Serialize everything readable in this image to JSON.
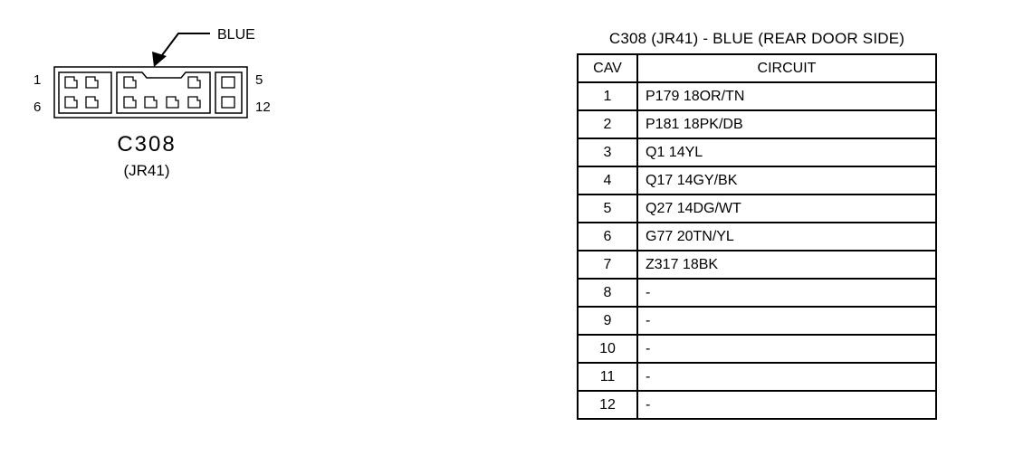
{
  "connector": {
    "color_callout": "BLUE",
    "name": "C308",
    "code": "(JR41)",
    "pin_labels": {
      "top_left": "1",
      "top_right": "5",
      "bottom_left": "6",
      "bottom_right": "12"
    }
  },
  "table": {
    "title": "C308 (JR41) - BLUE (REAR DOOR SIDE)",
    "headers": {
      "cav": "CAV",
      "circuit": "CIRCUIT"
    },
    "rows": [
      {
        "cav": "1",
        "circuit": "P179 18OR/TN"
      },
      {
        "cav": "2",
        "circuit": "P181 18PK/DB"
      },
      {
        "cav": "3",
        "circuit": "Q1 14YL"
      },
      {
        "cav": "4",
        "circuit": "Q17 14GY/BK"
      },
      {
        "cav": "5",
        "circuit": "Q27 14DG/WT"
      },
      {
        "cav": "6",
        "circuit": "G77 20TN/YL"
      },
      {
        "cav": "7",
        "circuit": "Z317 18BK"
      },
      {
        "cav": "8",
        "circuit": "-"
      },
      {
        "cav": "9",
        "circuit": "-"
      },
      {
        "cav": "10",
        "circuit": "-"
      },
      {
        "cav": "11",
        "circuit": "-"
      },
      {
        "cav": "12",
        "circuit": "-"
      }
    ]
  }
}
